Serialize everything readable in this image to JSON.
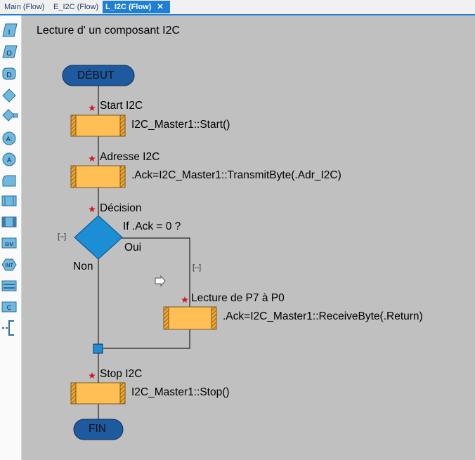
{
  "tabs": [
    {
      "label": "Main (Flow)"
    },
    {
      "label": "E_I2C (Flow)"
    },
    {
      "label": "L_I2C (Flow)"
    }
  ],
  "tab_close_icon": "close-icon",
  "palette": [
    {
      "name": "input-icon",
      "glyph": "I"
    },
    {
      "name": "output-icon",
      "glyph": "O"
    },
    {
      "name": "delay-icon",
      "glyph": "D"
    },
    {
      "name": "decision-icon",
      "glyph": ""
    },
    {
      "name": "switch-icon",
      "glyph": ""
    },
    {
      "name": "macro-assign-icon",
      "glyph": "A:"
    },
    {
      "name": "calculation-icon",
      "glyph": "A"
    },
    {
      "name": "interrupt-icon",
      "glyph": ""
    },
    {
      "name": "loop-icon",
      "glyph": ""
    },
    {
      "name": "component-macro-icon",
      "glyph": ""
    },
    {
      "name": "simulation-icon",
      "glyph": "SIM"
    },
    {
      "name": "int-icon",
      "glyph": "INT"
    },
    {
      "name": "comment-icon",
      "glyph": ""
    },
    {
      "name": "c-code-icon",
      "glyph": "C"
    },
    {
      "name": "connection-point-icon",
      "glyph": ""
    }
  ],
  "flow": {
    "title": "Lecture d' un composant I2C",
    "start_label": "DÉBUT",
    "end_label": "FIN",
    "nodes": [
      {
        "label": "Start I2C",
        "code": "I2C_Master1::Start()"
      },
      {
        "label": "Adresse I2C",
        "code": ".Ack=I2C_Master1::TransmitByte(.Adr_I2C)"
      },
      {
        "label": "Lecture de  P7 à P0",
        "code": ".Ack=I2C_Master1::ReceiveByte(.Return)"
      },
      {
        "label": "Stop I2C",
        "code": "I2C_Master1::Stop()"
      }
    ],
    "decision": {
      "label": "Décision",
      "condition": "If  .Ack = 0 ?",
      "yes": "Oui",
      "no": "Non",
      "collapse_left": "[–]",
      "collapse_right": "[–]"
    }
  },
  "colors": {
    "tab_active": "#1f7fd6",
    "node_fill": "#ffbf55",
    "pill_fill": "#1e5aa0",
    "diamond_fill": "#1b8ed6",
    "canvas_bg": "#c0c0c0"
  }
}
